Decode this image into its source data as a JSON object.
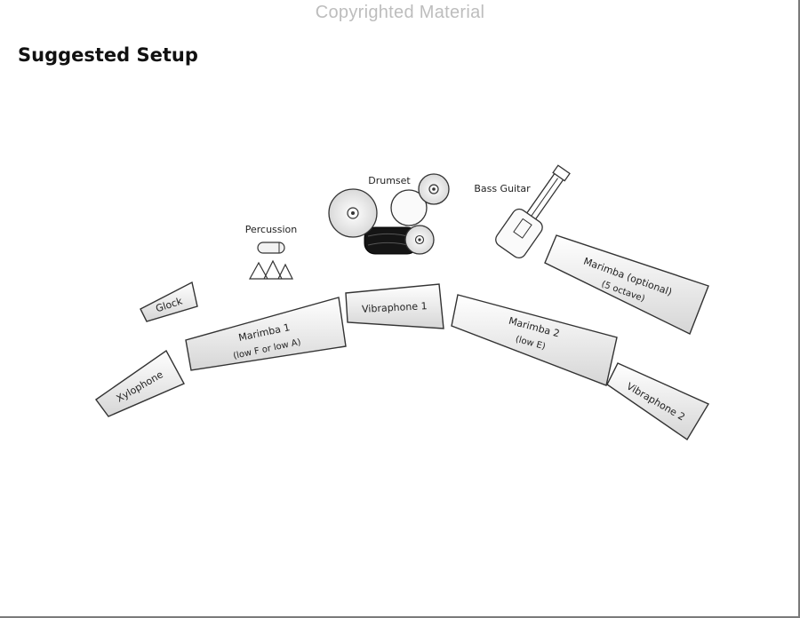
{
  "watermark": "Copyrighted Material",
  "title": "Suggested Setup",
  "instruments": {
    "drumset": "Drumset",
    "bass_guitar": "Bass Guitar",
    "percussion": "Percussion",
    "glock": "Glock",
    "xylophone": "Xylophone",
    "marimba1": {
      "line1": "Marimba 1",
      "line2": "(low F or low A)"
    },
    "vibraphone1": "Vibraphone 1",
    "marimba2": {
      "line1": "Marimba 2",
      "line2": "(low E)"
    },
    "marimba_optional": {
      "line1": "Marimba (optional)",
      "line2": "(5 octave)"
    },
    "vibraphone2": "Vibraphone 2"
  }
}
